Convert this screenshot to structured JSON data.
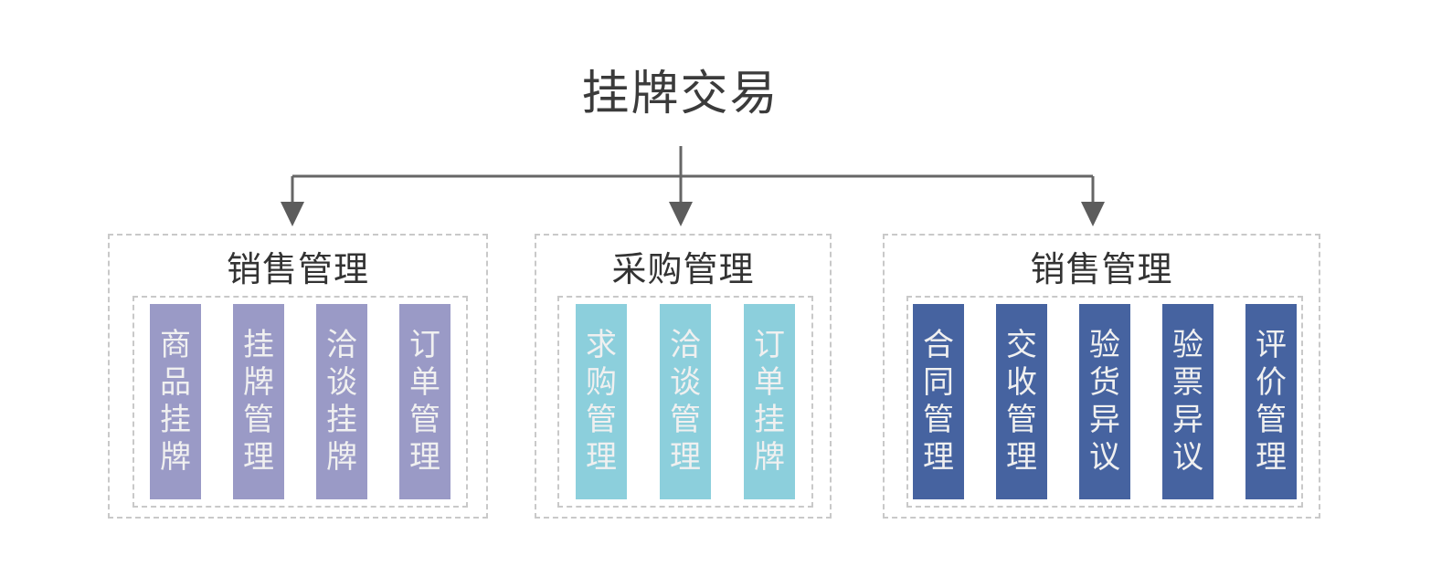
{
  "diagram": {
    "title": "挂牌交易",
    "connector_color": "#666666",
    "panel_border_color": "#c9c9c9",
    "groups": [
      {
        "id": "sales-management-left",
        "title": "销售管理",
        "accent": "#9a9ac6",
        "items": [
          {
            "label": "商品挂牌",
            "chars": [
              "商",
              "品",
              "挂",
              "牌"
            ]
          },
          {
            "label": "挂牌管理",
            "chars": [
              "挂",
              "牌",
              "管",
              "理"
            ]
          },
          {
            "label": "洽谈挂牌",
            "chars": [
              "洽",
              "谈",
              "挂",
              "牌"
            ]
          },
          {
            "label": "订单管理",
            "chars": [
              "订",
              "单",
              "管",
              "理"
            ]
          }
        ]
      },
      {
        "id": "purchase-management",
        "title": "采购管理",
        "accent": "#8ccfdc",
        "items": [
          {
            "label": "求购管理",
            "chars": [
              "求",
              "购",
              "管",
              "理"
            ]
          },
          {
            "label": "洽谈管理",
            "chars": [
              "洽",
              "谈",
              "管",
              "理"
            ]
          },
          {
            "label": "订单挂牌",
            "chars": [
              "订",
              "单",
              "挂",
              "牌"
            ]
          }
        ]
      },
      {
        "id": "sales-management-right",
        "title": "销售管理",
        "accent": "#4663a0",
        "items": [
          {
            "label": "合同管理",
            "chars": [
              "合",
              "同",
              "管",
              "理"
            ]
          },
          {
            "label": "交收管理",
            "chars": [
              "交",
              "收",
              "管",
              "理"
            ]
          },
          {
            "label": "验货异议",
            "chars": [
              "验",
              "货",
              "异",
              "议"
            ]
          },
          {
            "label": "验票异议",
            "chars": [
              "验",
              "票",
              "异",
              "议"
            ]
          },
          {
            "label": "评价管理",
            "chars": [
              "评",
              "价",
              "管",
              "理"
            ]
          }
        ]
      }
    ]
  }
}
